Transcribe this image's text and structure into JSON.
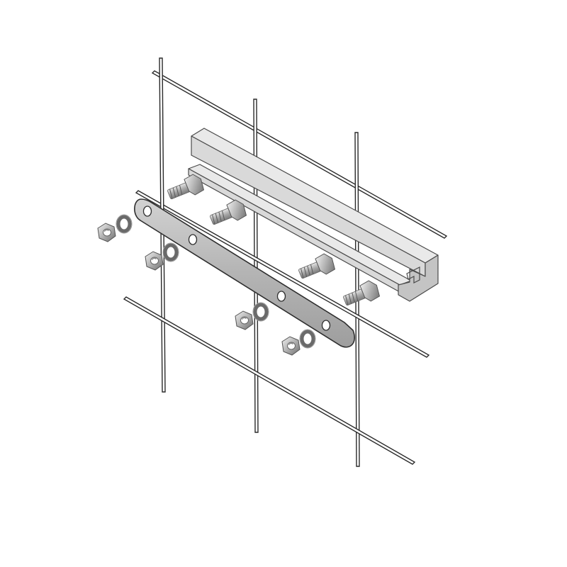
{
  "figure": {
    "components": [
      "welded-wire-mesh",
      "strut-channel",
      "t-bolt",
      "splice-plate",
      "flat-washer",
      "hex-nut"
    ],
    "counts": {
      "t_bolts": 4,
      "splice_plate_holes": 4,
      "washers": 4,
      "nuts": 4,
      "vertical_wires": 3,
      "horizontal_wires": 3
    },
    "colors": {
      "background": "#ffffff",
      "wire": "#2a2a2a",
      "strut": "#e9e9e9",
      "plate": "#bdbdbd",
      "hardware": "#a8a8a8"
    }
  }
}
